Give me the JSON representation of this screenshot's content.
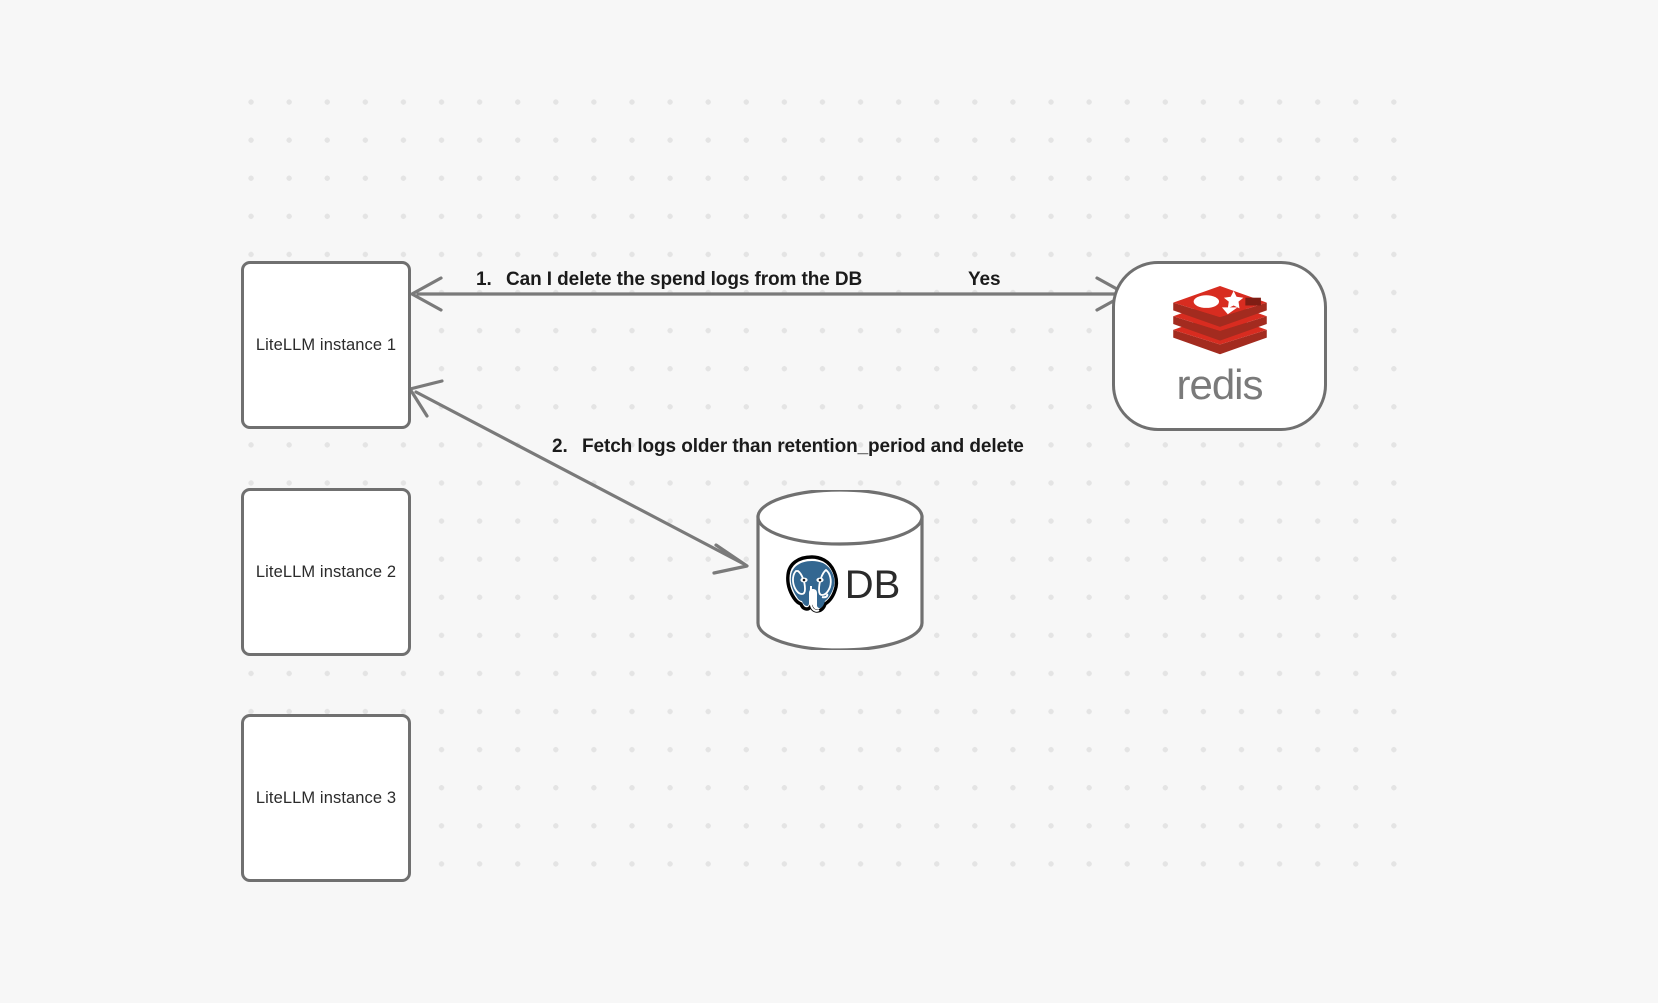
{
  "canvas": {
    "background_color": "#f7f7f7",
    "grid_dot_color": "#e4e4e4"
  },
  "nodes": {
    "litellm_instances": [
      {
        "id": "litellm-1",
        "label": "LiteLLM instance 1"
      },
      {
        "id": "litellm-2",
        "label": "LiteLLM instance 2"
      },
      {
        "id": "litellm-3",
        "label": "LiteLLM instance 3"
      }
    ],
    "redis": {
      "id": "redis-node",
      "wordmark": "redis",
      "logo_icon": "redis-stack-logo",
      "brand_color": "#d82c20",
      "wordmark_color": "#7a7a7a"
    },
    "database": {
      "id": "db-node",
      "label": "DB",
      "logo_icon": "postgresql-elephant-logo",
      "brand_color": "#336791",
      "shape": "cylinder"
    }
  },
  "edges": [
    {
      "id": "edge-1",
      "from": "litellm-1",
      "to": "redis-node",
      "arrow_type": "double-headed",
      "number": "1.",
      "label": "Can I delete the spend logs from the DB",
      "reply_label": "Yes"
    },
    {
      "id": "edge-2",
      "from": "litellm-1",
      "to": "db-node",
      "arrow_type": "double-headed",
      "number": "2.",
      "label": "Fetch logs older than retention_period and delete"
    }
  ],
  "stroke": {
    "node_border_color": "#707070",
    "edge_color": "#7a7a7a"
  }
}
